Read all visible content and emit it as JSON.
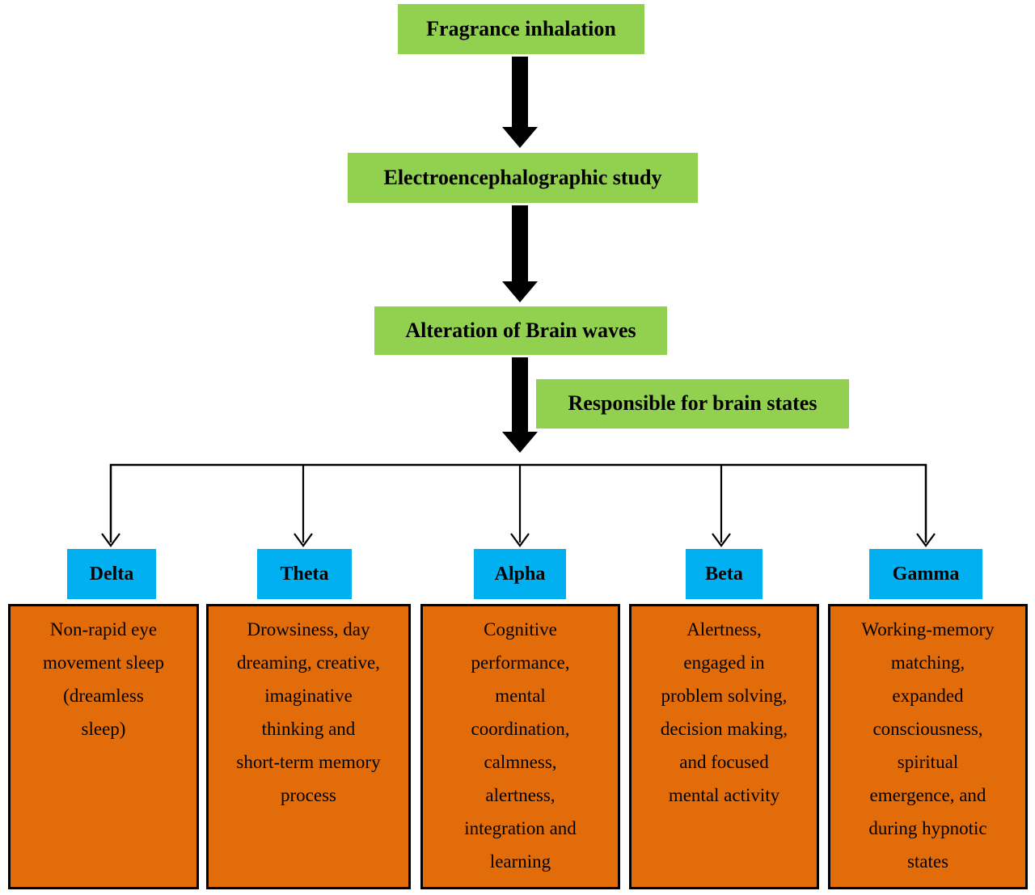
{
  "flow": {
    "steps": [
      {
        "label": "Fragrance inhalation"
      },
      {
        "label": "Electroencephalographic study"
      },
      {
        "label": "Alteration of Brain waves"
      }
    ],
    "annotation": "Responsible for brain states"
  },
  "waves": [
    {
      "label": "Delta",
      "description": "Non-rapid eye\nmovement sleep\n(dreamless\nsleep)"
    },
    {
      "label": "Theta",
      "description": "Drowsiness, day\ndreaming, creative,\nimaginative\nthinking and\nshort-term memory\nprocess"
    },
    {
      "label": "Alpha",
      "description": "Cognitive\nperformance,\nmental\ncoordination,\ncalmness,\nalertness,\nintegration and\nlearning"
    },
    {
      "label": "Beta",
      "description": "Alertness,\nengaged in\nproblem solving,\ndecision making,\nand focused\nmental activity"
    },
    {
      "label": "Gamma",
      "description": "Working-memory\nmatching,\nexpanded\nconsciousness,\nspiritual\nemergence, and\nduring hypnotic\nstates"
    }
  ],
  "colors": {
    "step_fill": "#92d050",
    "wave_fill": "#00b0f0",
    "description_fill": "#e36c0a",
    "arrow": "#000000",
    "text": "#000000"
  }
}
